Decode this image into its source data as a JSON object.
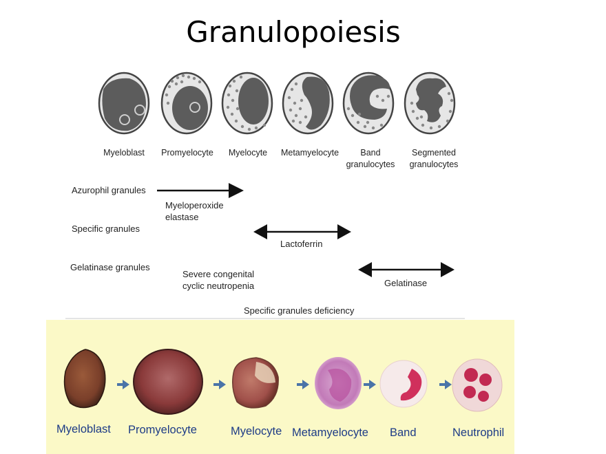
{
  "title": "Granulopoiesis",
  "stages": [
    {
      "line1": "Myeloblast",
      "line2": ""
    },
    {
      "line1": "Promyelocyte",
      "line2": ""
    },
    {
      "line1": "Myelocyte",
      "line2": ""
    },
    {
      "line1": "Metamyelocyte",
      "line2": ""
    },
    {
      "line1": "Band",
      "line2": "granulocytes"
    },
    {
      "line1": "Segmented",
      "line2": "granulocytes"
    }
  ],
  "granules": {
    "azurophil": {
      "label": "Azurophil granules",
      "enzyme_line1": "Myeloperoxide",
      "enzyme_line2": "elastase"
    },
    "specific": {
      "label": "Specific granules",
      "enzyme": "Lactoferrin"
    },
    "gelatinase": {
      "label": "Gelatinase granules",
      "enzyme": "Gelatinase"
    }
  },
  "disorders": {
    "neutropenia_line1": "Severe congenital",
    "neutropenia_line2": "cyclic neutropenia",
    "specific_deficiency": "Specific granules deficiency"
  },
  "photo_labels": [
    "Myeloblast",
    "Promyelocyte",
    "Myelocyte",
    "Metamyelocyte",
    "Band",
    "Neutrophil"
  ],
  "colors": {
    "panel_bg": "#fbf9c7",
    "photo_label": "#1d3b86",
    "arrow": "#4a74a8",
    "cell_fill": "#e9e9e9",
    "nucleus": "#5a5a5a"
  }
}
